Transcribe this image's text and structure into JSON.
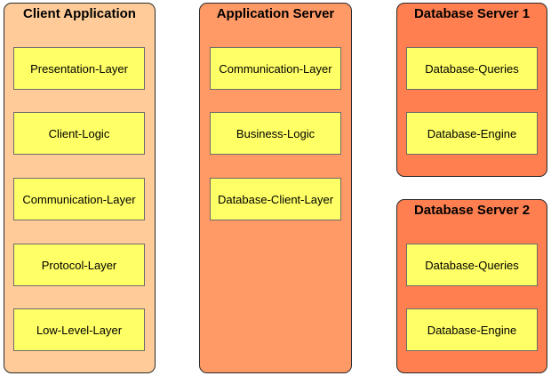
{
  "colors": {
    "client_fill": "#ffcc99",
    "app_server_fill": "#ff9966",
    "db_server_fill": "#ff7f50",
    "layer_fill": "#ffff66"
  },
  "tiers": {
    "client": {
      "title": "Client Application",
      "layers": [
        "Presentation-Layer",
        "Client-Logic",
        "Communication-Layer",
        "Protocol-Layer",
        "Low-Level-Layer"
      ]
    },
    "app_server": {
      "title": "Application Server",
      "layers": [
        "Communication-Layer",
        "Business-Logic",
        "Database-Client-Layer"
      ]
    },
    "db_server_1": {
      "title": "Database Server 1",
      "layers": [
        "Database-Queries",
        "Database-Engine"
      ]
    },
    "db_server_2": {
      "title": "Database Server 2",
      "layers": [
        "Database-Queries",
        "Database-Engine"
      ]
    }
  }
}
